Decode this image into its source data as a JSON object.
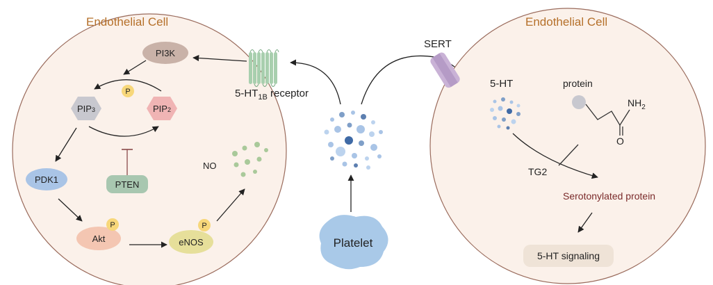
{
  "left_cell": {
    "title": "Endothelial Cell",
    "nodes": {
      "pi3k": "PI3K",
      "pip3_main": "PIP",
      "pip3_sub": "3",
      "pip2_main": "PIP",
      "pip2_sub": "2",
      "p_badge": "P",
      "pten": "PTEN",
      "pdk1": "PDK1",
      "akt": "Akt",
      "akt_p": "P",
      "enos": "eNOS",
      "enos_p": "P",
      "no": "NO"
    }
  },
  "receptor": {
    "label_main": "5-HT",
    "label_sub": "1B",
    "label_suffix": " receptor"
  },
  "platelet": {
    "label": "Platelet"
  },
  "right_cell": {
    "title": "Endothelial Cell",
    "sert": "SERT",
    "serotonin": "5-HT",
    "protein": "protein",
    "nh2_main": "NH",
    "nh2_sub": "2",
    "oxygen": "O",
    "tg2": "TG2",
    "serotonylated": "Serotonylated protein",
    "signaling": "5-HT signaling"
  },
  "colors": {
    "cell_fill": "#fbf1ea",
    "cell_stroke": "#9a6b5c",
    "title": "#b5702a",
    "pi3k": "#c9b2a8",
    "pip3": "#c8c8cf",
    "pip2": "#f0b4b4",
    "p_badge": "#f7d77a",
    "pten": "#a8c7b0",
    "pdk1": "#a9c4e6",
    "akt": "#f4c6b2",
    "enos": "#e6df9a",
    "no_dots": "#a9c99a",
    "receptor": "#a8cfae",
    "sert": "#c9b2d6",
    "platelet": "#a9c9e8",
    "serotonylated_text": "#7a2a2a",
    "signaling_box": "#efe3d7"
  }
}
